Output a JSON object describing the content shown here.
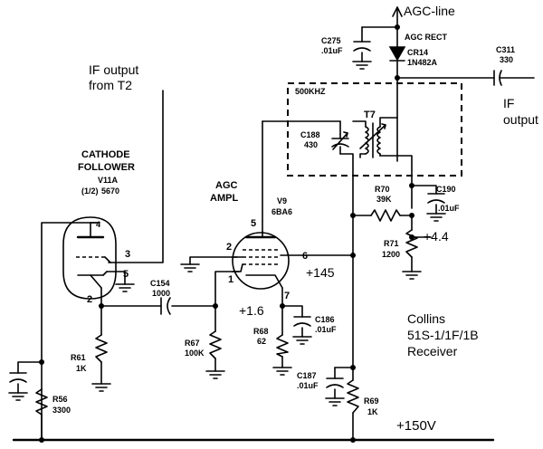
{
  "labels": {
    "agc_line": "AGC-line",
    "agc_rect": "AGC RECT",
    "cr14": "CR14",
    "cr14_part": "1N482A",
    "c275": "C275",
    "c275_val": ".01uF",
    "c311": "C311",
    "c311_val": "330",
    "khz": "500KHZ",
    "t7": "T7",
    "c188": "C188",
    "c188_val": "430",
    "if_output_in_1": "IF output",
    "if_output_in_2": "from T2",
    "if_output_out_1": "IF",
    "if_output_out_2": "output",
    "cathode_1": "CATHODE",
    "cathode_2": "FOLLOWER",
    "v11a": "V11A",
    "v11a_frac": "(1/2)",
    "v11a_tube": "5670",
    "agc_ampl_1": "AGC",
    "agc_ampl_2": "AMPL",
    "v9": "V9",
    "v9_tube": "6BA6",
    "r70": "R70",
    "r70_val": "39K",
    "c190": "C190",
    "c190_val": ".01uF",
    "r71": "R71",
    "r71_val": "1200",
    "plus44": "+4.4",
    "plus145": "+145",
    "plus16": "+1.6",
    "c154": "C154",
    "c154_val": "1000",
    "r67": "R67",
    "r67_val": "100K",
    "r68": "R68",
    "r68_val": "62",
    "c186": "C186",
    "c186_val": ".01uF",
    "c187": "C187",
    "c187_val": ".01uF",
    "r61": "R61",
    "r61_val": "1K",
    "r56": "R56",
    "r56_val": "3300",
    "r69": "R69",
    "r69_val": "1K",
    "plus150": "+150V",
    "collins_1": "Collins",
    "collins_2": "51S-1/1F/1B",
    "collins_3": "Receiver",
    "pin4": "4",
    "pin3": "3",
    "pin5a": "5",
    "pin2a": "2",
    "pin2b": "2",
    "pin5b": "5",
    "pin6": "6",
    "pin1": "1",
    "pin7": "7"
  }
}
